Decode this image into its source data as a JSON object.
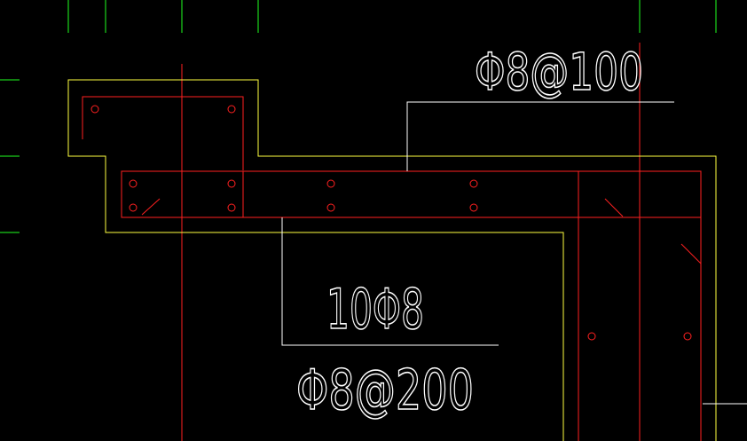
{
  "drawing": {
    "annotations": {
      "top_rebar": "Φ8@100",
      "middle_rebar": "10Φ8",
      "bottom_rebar": "Φ8@200"
    },
    "colors": {
      "background": "#000000",
      "axis_lines": "#ff2020",
      "concrete_outline": "#ffff40",
      "rebar": "#ff2020",
      "leader_lines": "#ffffff",
      "grid_ticks": "#20ff20"
    }
  }
}
